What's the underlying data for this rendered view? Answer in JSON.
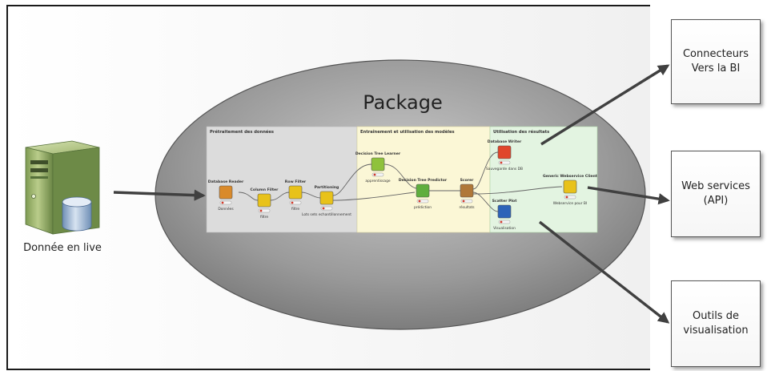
{
  "source": {
    "label": "Donnée en live"
  },
  "package": {
    "title": "Package",
    "workflow": {
      "sections": [
        {
          "title": "Prétraitement des données"
        },
        {
          "title": "Entraînement et utilisation des modèles"
        },
        {
          "title": "Utilisation des résultats"
        }
      ],
      "nodes": [
        {
          "title": "Database Reader",
          "caption": "Données",
          "color": "#d98a2b"
        },
        {
          "title": "Column Filter",
          "caption": "filtre",
          "color": "#e8c21a"
        },
        {
          "title": "Row Filter",
          "caption": "filtre",
          "color": "#e8c21a"
        },
        {
          "title": "Partitioning",
          "caption": "Lots sets echantillonnement",
          "color": "#e8c21a"
        },
        {
          "title": "Decision Tree Learner",
          "caption": "apprentissage",
          "color": "#8fc23b"
        },
        {
          "title": "Decision Tree Predictor",
          "caption": "prédiction",
          "color": "#5fae3f"
        },
        {
          "title": "Scorer",
          "caption": "résultats",
          "color": "#b07838"
        },
        {
          "title": "Database Writer",
          "caption": "Sauvegarde dans DB",
          "color": "#e0462b"
        },
        {
          "title": "Scatter Plot",
          "caption": "Visualisation",
          "color": "#2d63b8"
        },
        {
          "title": "Generic Webservice Client",
          "caption": "Webservice pour BI",
          "color": "#e8c21a"
        }
      ]
    }
  },
  "targets": [
    {
      "label": "Connecteurs\nVers la  BI"
    },
    {
      "label": "Web services\n(API)"
    },
    {
      "label": "Outils de\nvisualisation"
    }
  ],
  "colors": {
    "ellipse_fill": "#7f7f7f",
    "arrow": "#404040",
    "section_gray": "#dcdcdc",
    "section_yellow": "#fbf7d6",
    "section_green": "#e3f4e1"
  }
}
